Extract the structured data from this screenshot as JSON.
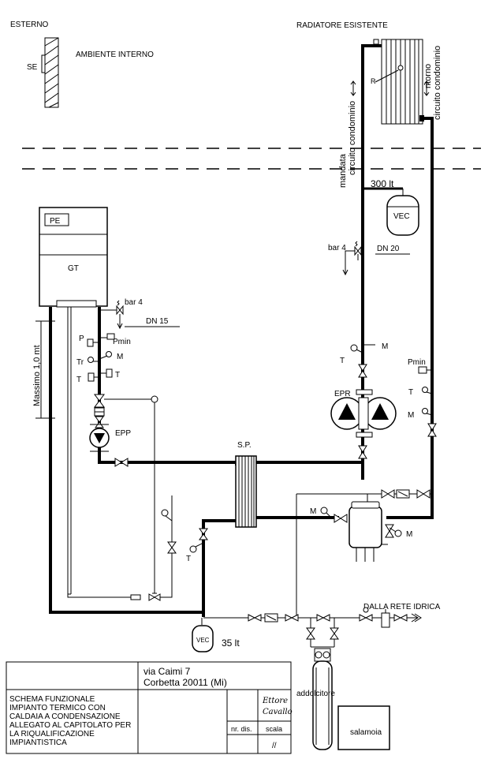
{
  "labels": {
    "esterno": "ESTERNO",
    "se": "SE",
    "ambiente_interno": "AMBIENTE INTERNO",
    "radiatore_esistente": "RADIATORE ESISTENTE",
    "ritorno_1": "ritorno",
    "ritorno_2": "circuito condominio",
    "mandata_1": "mandata",
    "mandata_2": "circuito condominio",
    "r": "R",
    "vec_300": "300 lt",
    "vec": "VEC",
    "bar4_top": "bar 4",
    "dn20": "DN 20",
    "pe": "PE",
    "gt": "GT",
    "bar4_left": "bar 4",
    "dn15": "DN 15",
    "massimo": "Massimo 1,0 mt",
    "p": "P",
    "pmin_left": "Pmin",
    "tr": "Tr",
    "m_left": "M",
    "t_left1": "T",
    "t_left2": "T",
    "epp": "EPP",
    "epr": "EPR",
    "m_epr": "M",
    "t_epr": "T",
    "pmin_right": "Pmin",
    "t_right": "T",
    "m_right": "M",
    "sp": "S.P.",
    "m_boiler_l": "M",
    "m_boiler_r": "M",
    "t_lower": "T",
    "dalla_rete": "DALLA RETE IDRICA",
    "vec_small": "VEC",
    "vec_35": "35 lt",
    "addolcitore": "addolcitore",
    "salamoia": "salamoia"
  },
  "title_block": {
    "address_1": "via Caimi 7",
    "address_2": "Corbetta 20011 (Mi)",
    "description": [
      "SCHEMA FUNZIONALE",
      "IMPIANTO TERMICO CON",
      "CALDAIA A CONDENSAZIONE",
      "ALLEGATO AL CAPITOLATO PER",
      "LA  RIQUALIFICAZIONE",
      "IMPIANTISTICA"
    ],
    "signature_1": "Ettore",
    "signature_2": "Cavallo",
    "nr_dis_label": "nr. dis.",
    "scala_label": "scala",
    "scala_value": "//"
  }
}
